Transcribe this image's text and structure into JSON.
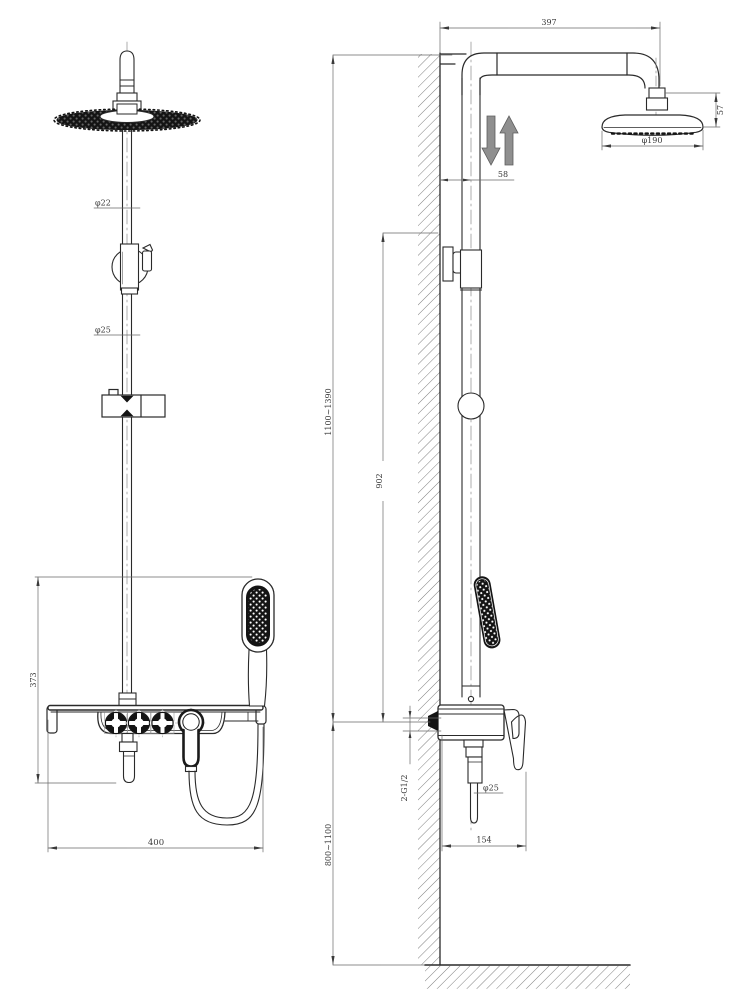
{
  "drawing": {
    "kind": "shower-column-technical-drawing",
    "colors": {
      "line": "#2a2a2a",
      "dim_line": "#6a6a6a",
      "text": "#3a3a3a",
      "fill_dark": "#141414",
      "arrow_gray": "#8f8f8f",
      "arrow_gray_edge": "#5c5c5c"
    },
    "front_view": {
      "dims": {
        "upper_pipe_diameter": "φ22",
        "lower_pipe_diameter": "φ25",
        "bracket_height": "373",
        "shelf_width": "400"
      }
    },
    "side_view": {
      "dims": {
        "arm_length": "397",
        "head_height": "57",
        "head_diameter": "φ190",
        "wall_to_center": "58",
        "pipe_length": "902",
        "overall_height_range": "1100~1390",
        "mixer_height_range": "800~1100",
        "inlet_thread": "2-G1/2",
        "spout_diameter": "φ25",
        "body_depth": "154"
      }
    }
  }
}
